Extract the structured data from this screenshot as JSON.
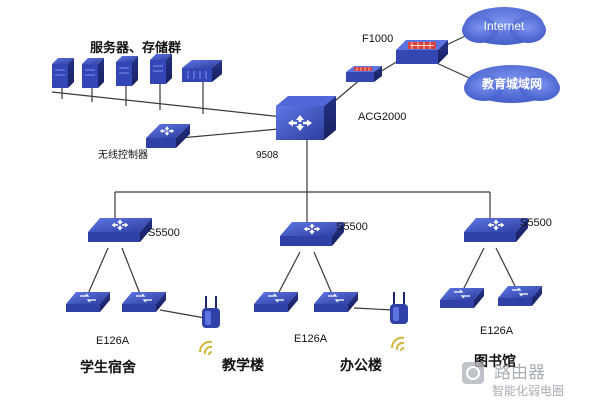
{
  "labels": {
    "server_group": "服务器、存储群",
    "f1000": "F1000",
    "internet": "Internet",
    "edu_network": "教育城域网",
    "acg2000": "ACG2000",
    "wireless_controller": "无线控制器",
    "core_9508": "9508",
    "s5500_left": "S5500",
    "s5500_mid": "S5500",
    "s5500_right": "S5500",
    "e126a_left": "E126A",
    "e126a_mid": "E126A",
    "e126a_right": "E126A",
    "dormitory": "学生宿舍",
    "teaching_building": "教学楼",
    "office_building": "办公楼",
    "library": "图书馆"
  },
  "watermark": {
    "line1": "路由器",
    "line2": "智能化弱电圈"
  },
  "colors": {
    "device_blue": "#2d3fa8",
    "cloud_blue": "#4a67d2",
    "firewall_red": "#d9423a",
    "line": "#3a3a3a"
  }
}
